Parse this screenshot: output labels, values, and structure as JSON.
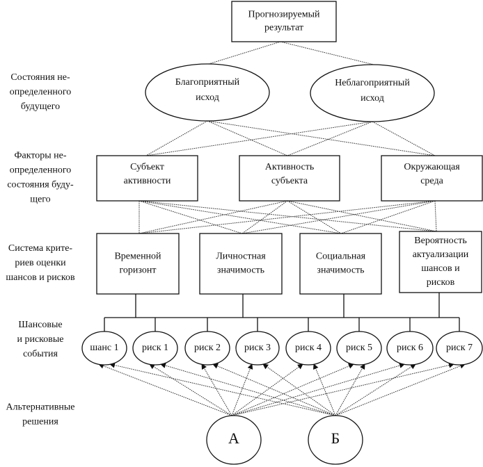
{
  "diagram": {
    "type": "hierarchy-flow",
    "row_labels": [
      {
        "id": "states",
        "lines": [
          "Состояния не-",
          "определенного",
          "будущего"
        ]
      },
      {
        "id": "factors",
        "lines": [
          "Факторы не-",
          "определенного",
          "состояния буду-",
          "щего"
        ]
      },
      {
        "id": "criteria",
        "lines": [
          "Система крите-",
          "риев оценки",
          "шансов и рисков"
        ]
      },
      {
        "id": "events",
        "lines": [
          "Шансовые",
          "и рисковые",
          "события"
        ]
      },
      {
        "id": "alternatives",
        "lines": [
          "Альтернативные",
          "решения"
        ]
      }
    ],
    "result": {
      "id": "result",
      "lines": [
        "Прогнозируемый",
        "результат"
      ]
    },
    "outcomes": [
      {
        "id": "favorable",
        "lines": [
          "Благоприятный",
          "исход"
        ]
      },
      {
        "id": "unfavorable",
        "lines": [
          "Неблагоприятный",
          "исход"
        ]
      }
    ],
    "factors": [
      {
        "id": "subject",
        "lines": [
          "Субъект",
          "активности"
        ]
      },
      {
        "id": "activity",
        "lines": [
          "Активность",
          "субъекта"
        ]
      },
      {
        "id": "environment",
        "lines": [
          "Окружающая",
          "среда"
        ]
      }
    ],
    "criteria": [
      {
        "id": "time",
        "lines": [
          "Временной",
          "горизонт"
        ]
      },
      {
        "id": "personal",
        "lines": [
          "Личностная",
          "значимость"
        ]
      },
      {
        "id": "social",
        "lines": [
          "Социальная",
          "значимость"
        ]
      },
      {
        "id": "probability",
        "lines": [
          "Вероятность",
          "актуализации",
          "шансов и",
          "рисков"
        ]
      }
    ],
    "events": [
      {
        "id": "chance1",
        "label": "шанс 1"
      },
      {
        "id": "risk1",
        "label": "риск 1"
      },
      {
        "id": "risk2",
        "label": "риск 2"
      },
      {
        "id": "risk3",
        "label": "риск 3"
      },
      {
        "id": "risk4",
        "label": "риск 4"
      },
      {
        "id": "risk5",
        "label": "риск 5"
      },
      {
        "id": "risk6",
        "label": "риск 6"
      },
      {
        "id": "risk7",
        "label": "риск 7"
      }
    ],
    "alternatives": [
      {
        "id": "A",
        "label": "А"
      },
      {
        "id": "B",
        "label": "Б"
      }
    ],
    "edges": {
      "result_to_outcomes": "dotted",
      "outcomes_to_factors": "dotted, all-to-all",
      "factors_to_criteria": "dotted, all-to-all",
      "criteria_to_events": "solid bus",
      "alternatives_to_events": "dotted arrows, each alternative to every event"
    }
  }
}
